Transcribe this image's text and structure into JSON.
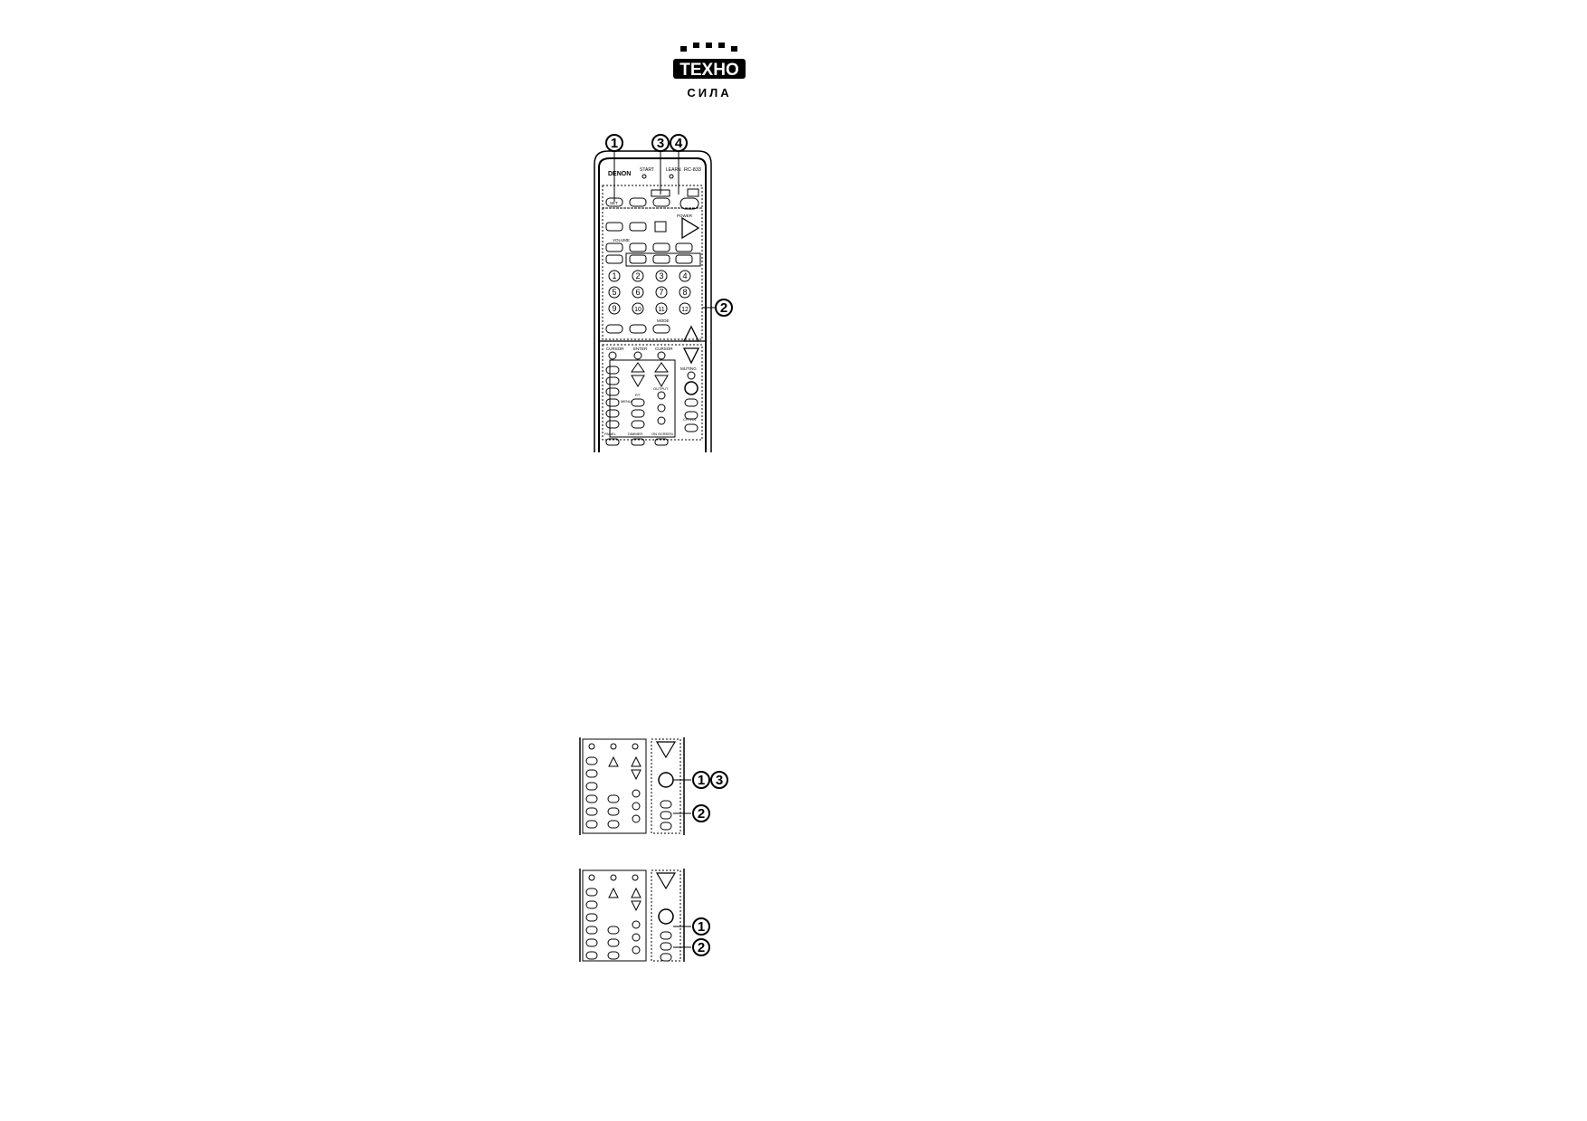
{
  "logo": {
    "top_text": "ТЕХНО",
    "bottom_text": "СИЛА"
  },
  "main_remote": {
    "brand": "DENON",
    "model": "RC-833",
    "labels": {
      "start": "START",
      "learn": "LEARN",
      "set": "SET",
      "power": "POWER",
      "volume": "VOLUME",
      "mode": "MODE",
      "cursor": "CURSOR",
      "enter": "ENTER",
      "ch_vol": "CH VOL",
      "muting": "MUTING",
      "panel": "PANEL",
      "dimmer": "DIMMER",
      "on_screen": "ON SCREEN",
      "output": "OUTPUT",
      "menu": "MENU",
      "rt": "RT"
    },
    "number_keys": [
      "1",
      "2",
      "3",
      "4",
      "5",
      "6",
      "7",
      "8",
      "9",
      "10",
      "11",
      "12"
    ],
    "callouts": [
      "1",
      "3",
      "4",
      "2"
    ]
  },
  "detail_view_1": {
    "callouts": [
      "1",
      "3",
      "2"
    ]
  },
  "detail_view_2": {
    "callouts": [
      "1",
      "2"
    ]
  }
}
